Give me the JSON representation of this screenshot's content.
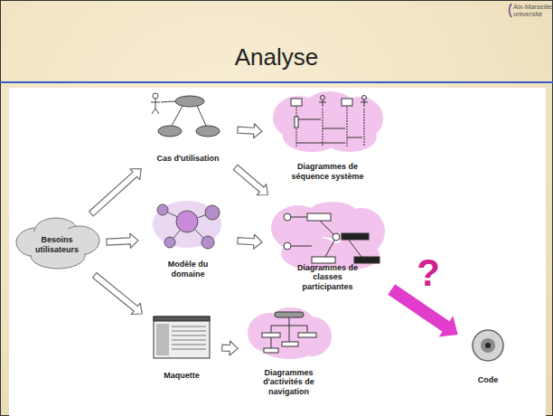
{
  "diagram": {
    "title": "Analyse",
    "nodes": [
      {
        "text": [
          "Besoins utilisateurs"
        ]
      },
      {
        "text": [
          "Cas d'utilisation"
        ]
      },
      {
        "text": [
          "Diagrammes de séquence système"
        ]
      },
      {
        "text": [
          "Modèle du domaine"
        ]
      },
      {
        "text": [
          "Diagrammes de classes participantes"
        ]
      },
      {
        "text": [
          "Maquette"
        ]
      },
      {
        "text": [
          "Diagrammes d'activités de navigation"
        ]
      },
      {
        "text": [
          "Code"
        ]
      }
    ],
    "edges": [
      {
        "from": 0,
        "to": 1,
        "arrow": "to"
      },
      {
        "from": 0,
        "to": 3,
        "arrow": "to"
      },
      {
        "from": 0,
        "to": 5,
        "arrow": "to"
      },
      {
        "from": 1,
        "to": 2,
        "arrow": "to"
      },
      {
        "from": 1,
        "to": 4,
        "arrow": "to"
      },
      {
        "from": 3,
        "to": 4,
        "arrow": "to"
      },
      {
        "from": 5,
        "to": 6,
        "arrow": "to"
      },
      {
        "from": 4,
        "to": 7,
        "label": "?",
        "arrow": "to"
      }
    ],
    "labels": [
      "Aix-Marseille université"
    ]
  }
}
